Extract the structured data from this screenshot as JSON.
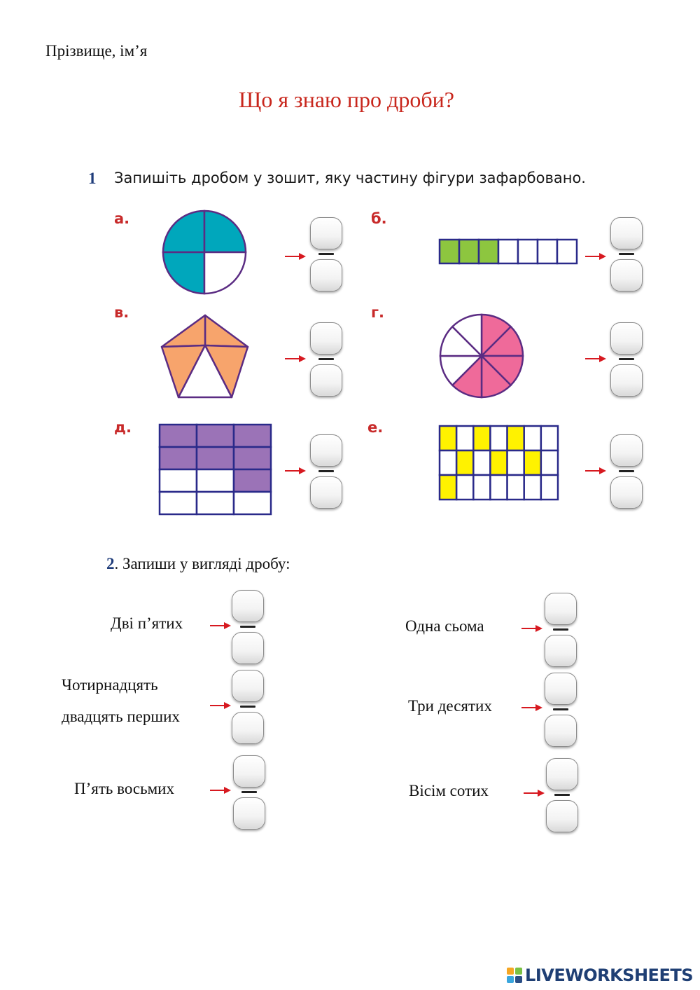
{
  "header": {
    "name_label": "Прізвище, ім’я",
    "title": "Що я знаю про дроби?"
  },
  "task1": {
    "number": "1",
    "instruction": "Запишіть дробом у зошит, яку частину фігури зафарбовано.",
    "items": [
      {
        "letter": "а.",
        "figure": "circle-quarters",
        "shaded_color": "#00a7bc",
        "shaded_parts": 3,
        "total_parts": 4
      },
      {
        "letter": "б.",
        "figure": "strip",
        "shaded_color": "#8dc63f",
        "shaded_parts": 3,
        "total_parts": 7
      },
      {
        "letter": "в.",
        "figure": "pentagon",
        "shaded_color": "#f7a46c",
        "shaded_parts": 4,
        "total_parts": 5
      },
      {
        "letter": "г.",
        "figure": "circle-eighths",
        "shaded_color": "#ef6a9a",
        "shaded_parts": 5,
        "total_parts": 8
      },
      {
        "letter": "д.",
        "figure": "grid-3x4",
        "shaded_color": "#9b73b7",
        "shaded_parts": 7,
        "total_parts": 12
      },
      {
        "letter": "е.",
        "figure": "grid-7x3",
        "shaded_color": "#fff200",
        "shaded_parts": 7,
        "total_parts": 21
      }
    ]
  },
  "task2": {
    "number": "2",
    "instruction": ". Запиши у вигляді дробу:",
    "items": [
      {
        "label_lines": [
          "Дві п’ятих"
        ]
      },
      {
        "label_lines": [
          "Одна сьома"
        ]
      },
      {
        "label_lines": [
          "Чотирнадцять",
          "двадцять перших"
        ]
      },
      {
        "label_lines": [
          "Три десятих"
        ]
      },
      {
        "label_lines": [
          "П’ять восьмих"
        ]
      },
      {
        "label_lines": [
          "Вісім сотих"
        ]
      }
    ]
  },
  "footer": {
    "logo_text": "LIVEWORKSHEETS",
    "logo_icon": "liveworksheets-logo-icon",
    "logo_colors": [
      "#f5a623",
      "#7ac143",
      "#3aa6dd",
      "#2b4f86"
    ]
  },
  "colors": {
    "title": "#c8261c",
    "arrow": "#d71920",
    "outline": "#5b2c83",
    "number": "#1f3c7a"
  }
}
